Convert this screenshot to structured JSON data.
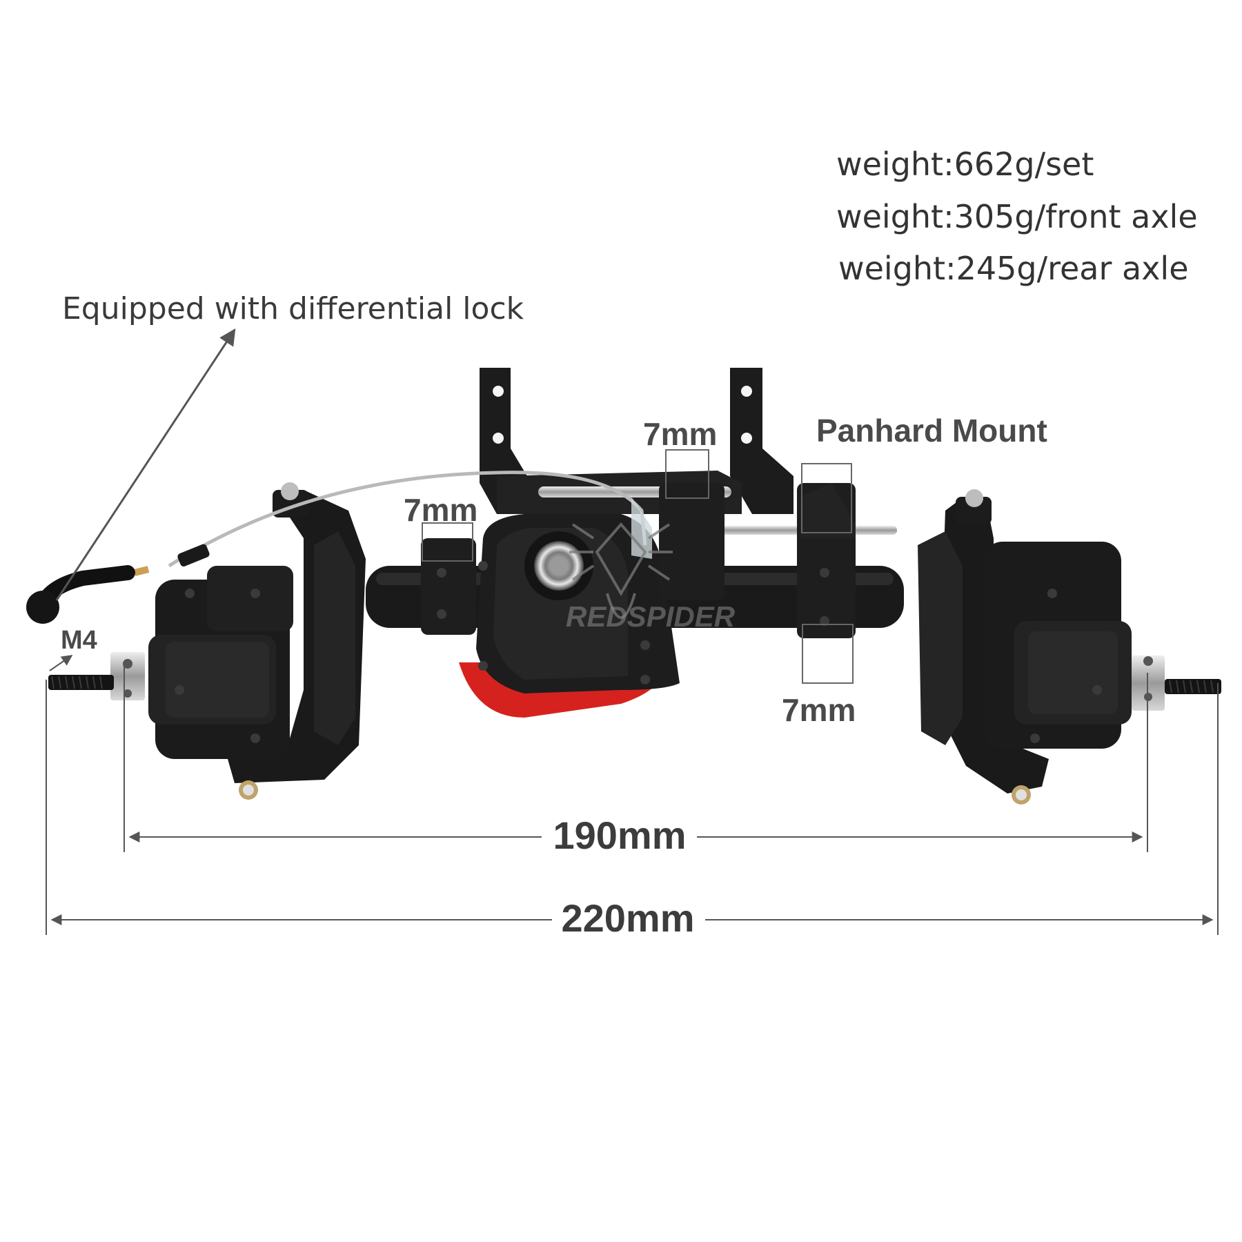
{
  "weights": [
    "weight:662g/set",
    "weight:305g/front axle",
    "weight:245g/rear axle"
  ],
  "annotations": {
    "diff_lock": "Equipped with differential lock",
    "panhard": "Panhard Mount",
    "thread": "M4",
    "mount_top": "7mm",
    "mount_left": "7mm",
    "mount_right": "7mm"
  },
  "dimensions": {
    "inner": "190mm",
    "outer": "220mm"
  },
  "watermark": "REDSPIDER",
  "colors": {
    "body": "#1b1b1b",
    "diff_cover": "#d6221e",
    "cable": "#b9b9b9",
    "label": "#3a3a3a",
    "dimension_line": "#5a5a5a"
  }
}
